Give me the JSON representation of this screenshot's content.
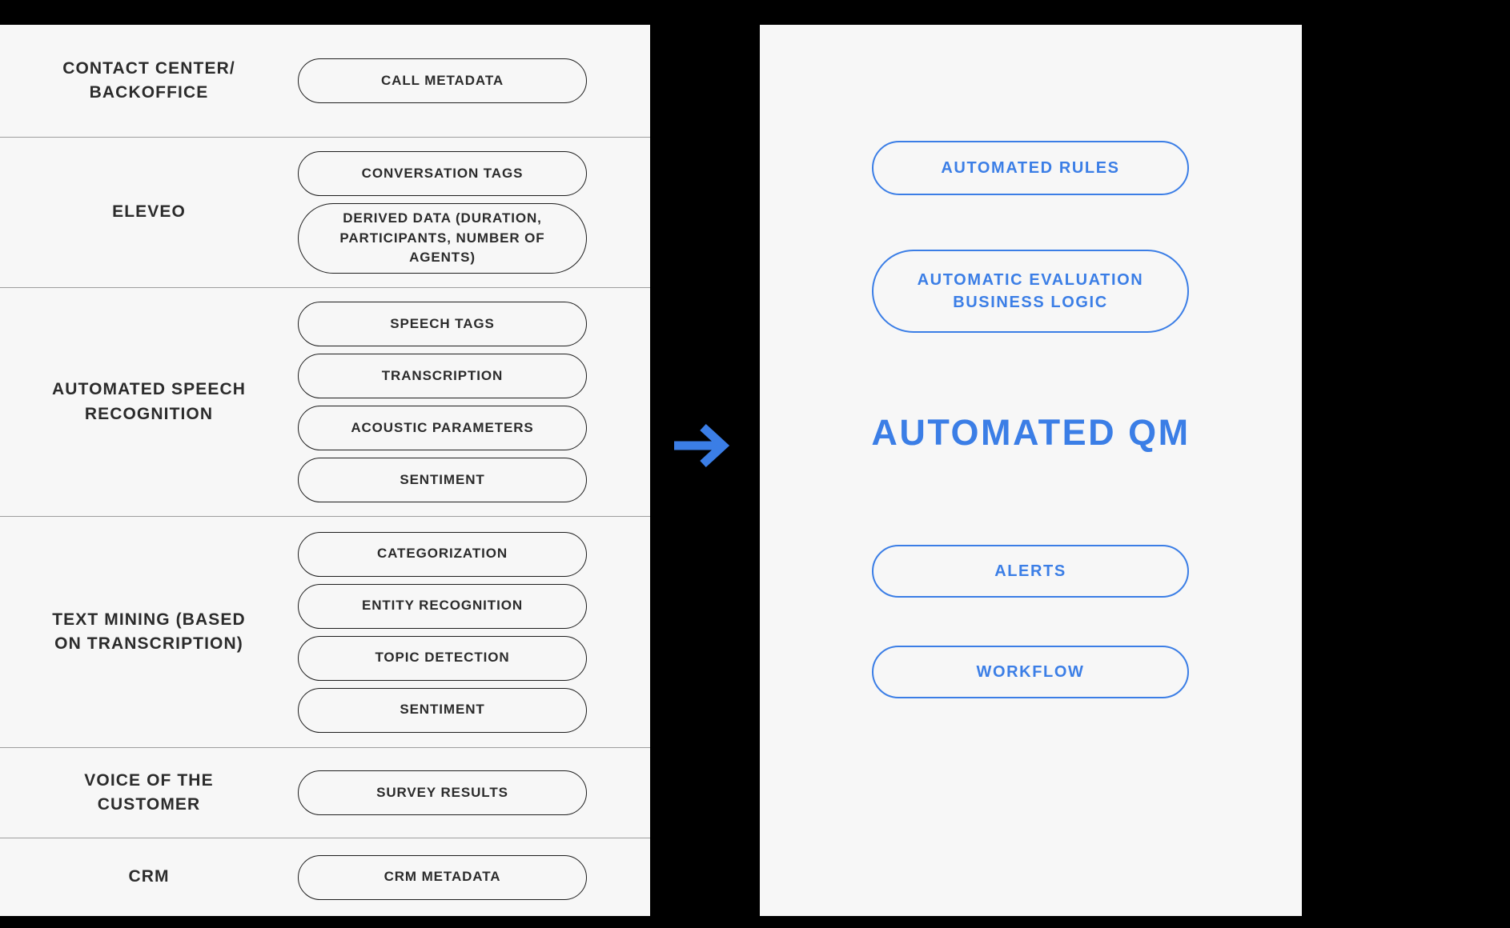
{
  "colors": {
    "canvas_bg": "#000000",
    "panel_bg": "#f7f7f7",
    "divider": "#9e9e9e",
    "ink": "#2b2b2b",
    "accent": "#3b7ee6"
  },
  "left_panel": {
    "rows": [
      {
        "label": "CONTACT CENTER/\nBACKOFFICE",
        "pills": [
          "CALL METADATA"
        ]
      },
      {
        "label": "ELEVEO",
        "pills": [
          "CONVERSATION TAGS",
          "DERIVED DATA (DURATION,\nPARTICIPANTS, NUMBER OF AGENTS)"
        ]
      },
      {
        "label": "AUTOMATED SPEECH\nRECOGNITION",
        "pills": [
          "SPEECH TAGS",
          "TRANSCRIPTION",
          "ACOUSTIC PARAMETERS",
          "SENTIMENT"
        ]
      },
      {
        "label": "TEXT MINING (BASED\nON TRANSCRIPTION)",
        "pills": [
          "CATEGORIZATION",
          "ENTITY RECOGNITION",
          "TOPIC DETECTION",
          "SENTIMENT"
        ]
      },
      {
        "label": "VOICE OF THE\nCUSTOMER",
        "pills": [
          "SURVEY RESULTS"
        ]
      },
      {
        "label": "CRM",
        "pills": [
          "CRM METADATA"
        ]
      }
    ]
  },
  "arrow": {
    "icon": "right-arrow-icon"
  },
  "right_panel": {
    "rules_label": "AUTOMATED RULES",
    "evaluation_label": "AUTOMATIC EVALUATION\nBUSINESS LOGIC",
    "title": "AUTOMATED QM",
    "alerts_label": "ALERTS",
    "workflow_label": "WORKFLOW"
  }
}
